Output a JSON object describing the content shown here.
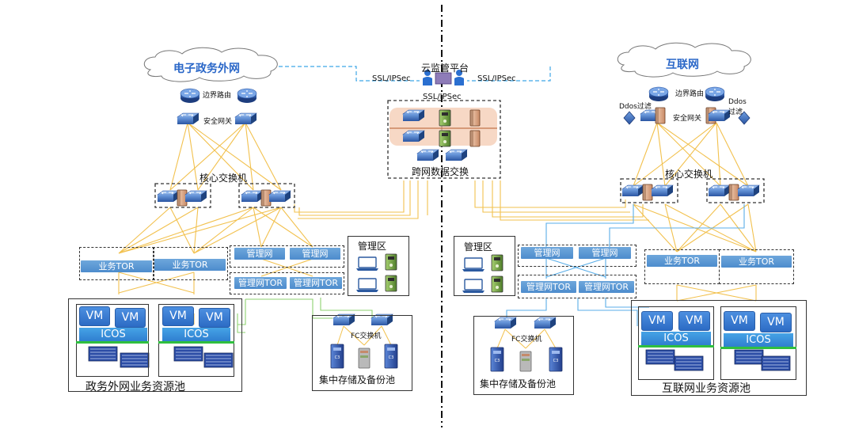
{
  "colors": {
    "cable_orange": "#f2c14e",
    "cable_blue": "#5aaee8",
    "cable_green": "#8ed16f",
    "cloud_text": "#2a67c8",
    "pill_blue": "#5b9bd5",
    "dash_blue": "#3fa6e6"
  },
  "left": {
    "cloud": "电子政务外网",
    "border_router": "边界路由",
    "security_gateway": "安全网关",
    "core_switch": "核心交换机",
    "tor": [
      "业务TOR",
      "业务TOR"
    ],
    "mgmt_net": [
      "管理网",
      "管理网"
    ],
    "mgmt_tor": [
      "管理网TOR",
      "管理网TOR"
    ],
    "mgmt_zone": "管理区",
    "vm": [
      "VM",
      "VM",
      "VM",
      "VM"
    ],
    "icos": [
      "ICOS",
      "ICOS"
    ],
    "fc_switch": "FC交换机",
    "storage": "集中存储及备份池",
    "pool": "政务外网业务资源池"
  },
  "center": {
    "platform": "云监管平台",
    "ssl_left": "SSL/IPSec",
    "ssl_right": "SSL/IPSec",
    "ssl_down": "SSL/IPSec",
    "exchange": "跨网数据交换"
  },
  "right": {
    "cloud": "互联网",
    "border_router": "边界路由",
    "security_gateway": "安全网关",
    "ddos_left": "Ddos过滤",
    "ddos_right_1": "Ddos",
    "ddos_right_2": "过滤",
    "core_switch": "核心交换机",
    "tor": [
      "业务TOR",
      "业务TOR"
    ],
    "mgmt_net": [
      "管理网",
      "管理网"
    ],
    "mgmt_tor": [
      "管理网TOR",
      "管理网TOR"
    ],
    "mgmt_zone": "管理区",
    "vm": [
      "VM",
      "VM",
      "VM",
      "VM"
    ],
    "icos": [
      "ICOS",
      "ICOS"
    ],
    "fc_switch": "FC交换机",
    "storage": "集中存储及备份池",
    "pool": "互联网业务资源池"
  }
}
